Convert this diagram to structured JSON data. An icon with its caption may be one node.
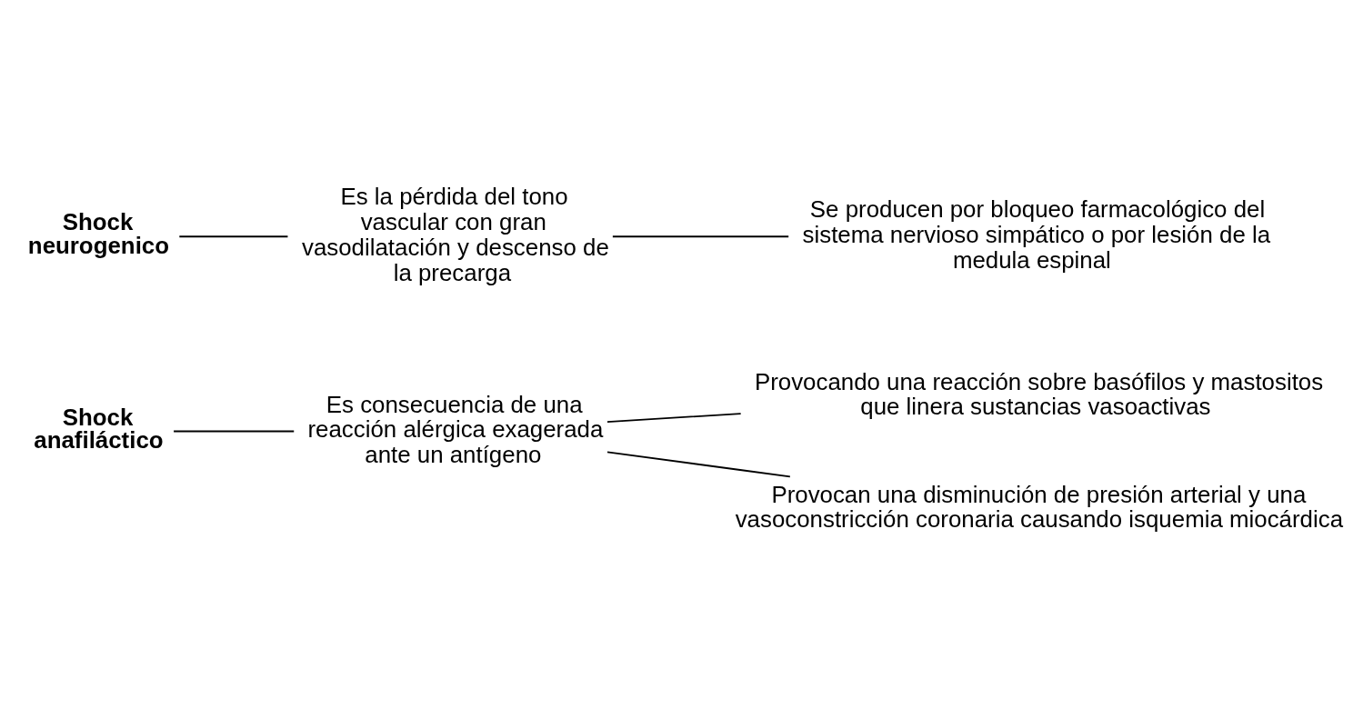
{
  "diagram": {
    "nodes": [
      {
        "text": [
          "Shock anafiláctico"
        ]
      },
      {
        "text": [
          "Es consecuencia de una reacción alérgica exagerada ante un antígeno"
        ]
      },
      {
        "text": [
          "Provocando una reacción sobre basófilos y mastositos que linera sustancias vasoactivas"
        ]
      },
      {
        "text": [
          "Provocan una disminución de presión arterial y una vasoconstricción coronaria causando isquemia miocárdica"
        ]
      },
      {
        "text": [
          "Shock neurogenico"
        ]
      },
      {
        "text": [
          "Es la pérdida del tono vascular con gran vasodilatación y descenso de la precarga"
        ]
      },
      {
        "text": [
          "Se producen por bloqueo farmacológico del sistema nervioso simpático o por lesión de la medula espinal"
        ]
      }
    ],
    "edges": [
      {
        "from": 0,
        "to": 1,
        "arrow": "none"
      },
      {
        "from": 1,
        "to": 2,
        "arrow": "none"
      },
      {
        "from": 1,
        "to": 3,
        "arrow": "none"
      },
      {
        "from": 4,
        "to": 5,
        "arrow": "none"
      },
      {
        "from": 5,
        "to": 6,
        "arrow": "none"
      }
    ]
  }
}
